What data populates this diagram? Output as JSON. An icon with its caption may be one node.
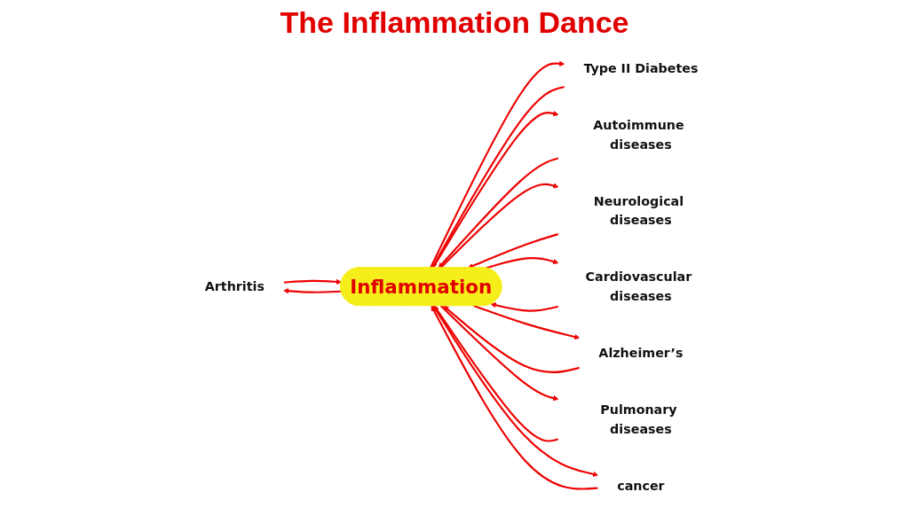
{
  "diagram": {
    "title": "The Inflammation Dance",
    "nodes": [
      {
        "text": [
          "Arthritis"
        ]
      },
      {
        "text": [
          "Type II Diabetes"
        ]
      },
      {
        "text": [
          "Autoimmune diseases"
        ]
      },
      {
        "text": [
          "Neurological diseases"
        ]
      },
      {
        "text": [
          "Inflammation"
        ]
      },
      {
        "text": [
          "Cardiovascular diseases"
        ]
      },
      {
        "text": [
          "Alzheimer’s"
        ]
      },
      {
        "text": [
          "Pulmonary diseases"
        ]
      },
      {
        "text": [
          "cancer"
        ]
      }
    ],
    "edges": [
      {
        "from": 0,
        "to": 4,
        "arrow": "to"
      },
      {
        "from": 4,
        "to": 0,
        "arrow": "to"
      },
      {
        "from": 1,
        "to": 4,
        "arrow": "to"
      },
      {
        "from": 4,
        "to": 1,
        "arrow": "to"
      },
      {
        "from": 2,
        "to": 4,
        "arrow": "to"
      },
      {
        "from": 4,
        "to": 2,
        "arrow": "to"
      },
      {
        "from": 3,
        "to": 4,
        "arrow": "to"
      },
      {
        "from": 4,
        "to": 3,
        "arrow": "to"
      },
      {
        "from": 4,
        "to": 5,
        "arrow": "to"
      },
      {
        "from": 5,
        "to": 4,
        "arrow": "to"
      },
      {
        "from": 4,
        "to": 6,
        "arrow": "to"
      },
      {
        "from": 6,
        "to": 4,
        "arrow": "to"
      },
      {
        "from": 4,
        "to": 7,
        "arrow": "to"
      },
      {
        "from": 7,
        "to": 4,
        "arrow": "to"
      },
      {
        "from": 4,
        "to": 8,
        "arrow": "to"
      },
      {
        "from": 8,
        "to": 4,
        "arrow": "to"
      }
    ]
  }
}
